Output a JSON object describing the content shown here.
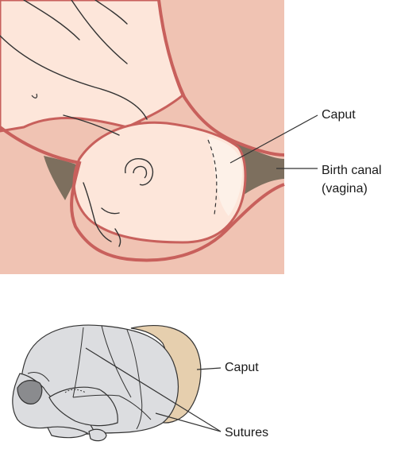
{
  "labels": {
    "caput_top": "Caput",
    "birth_canal_line1": "Birth canal",
    "birth_canal_line2": "(vagina)",
    "caput_bottom": "Caput",
    "sutures": "Sutures"
  },
  "colors": {
    "maternal_tissue": "#f0c3b3",
    "canal_wall": "#c8605c",
    "canal_shadow": "#7d6f5e",
    "baby_skin": "#fde6da",
    "caput": "#fdf1e8",
    "skull_fill": "#dcdde0",
    "caput_skull": "#e6cfae",
    "outline": "#333333"
  }
}
